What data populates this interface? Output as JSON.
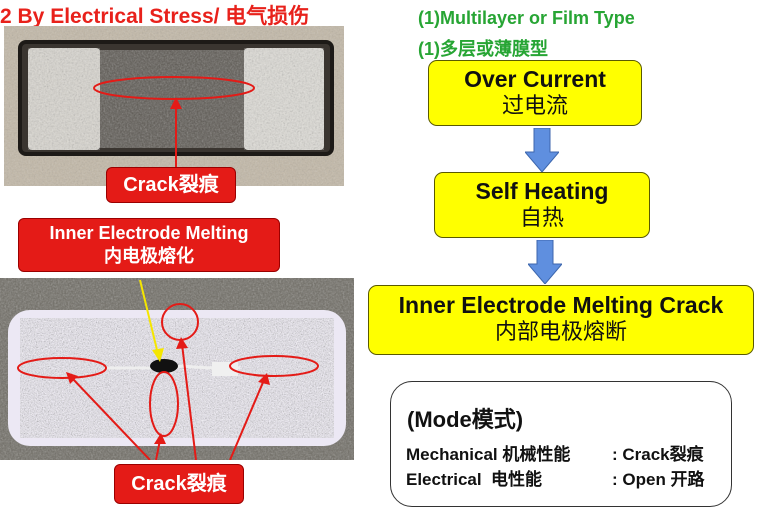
{
  "header": {
    "title": "2 By Electrical Stress/ 电气损伤",
    "subtitle_en": "(1)Multilayer or Film Type",
    "subtitle_zh": "(1)多层或薄膜型"
  },
  "flow": {
    "steps": [
      {
        "en": "Over Current",
        "zh": "过电流"
      },
      {
        "en": "Self Heating",
        "zh": "自热"
      },
      {
        "en": "Inner Electrode Melting Crack",
        "zh": "内部电极熔断"
      }
    ]
  },
  "labels": {
    "crack_top": "Crack裂痕",
    "melting_en": "Inner Electrode Melting",
    "melting_zh": "内电极熔化",
    "crack_bottom": "Crack裂痕"
  },
  "mode": {
    "heading": "(Mode模式)",
    "rows": [
      {
        "left": "Mechanical 机械性能",
        "right": ": Crack裂痕"
      },
      {
        "left": "Electrical  电性能",
        "right": ": Open 开路"
      }
    ]
  },
  "colors": {
    "title": "#e8211b",
    "subtitle": "#27a534",
    "box_fill": "#ffff00",
    "arrow": "#5f8fdf",
    "label_fill": "#e41b17"
  },
  "icons": {
    "flow_arrow": "down-arrow-icon"
  }
}
